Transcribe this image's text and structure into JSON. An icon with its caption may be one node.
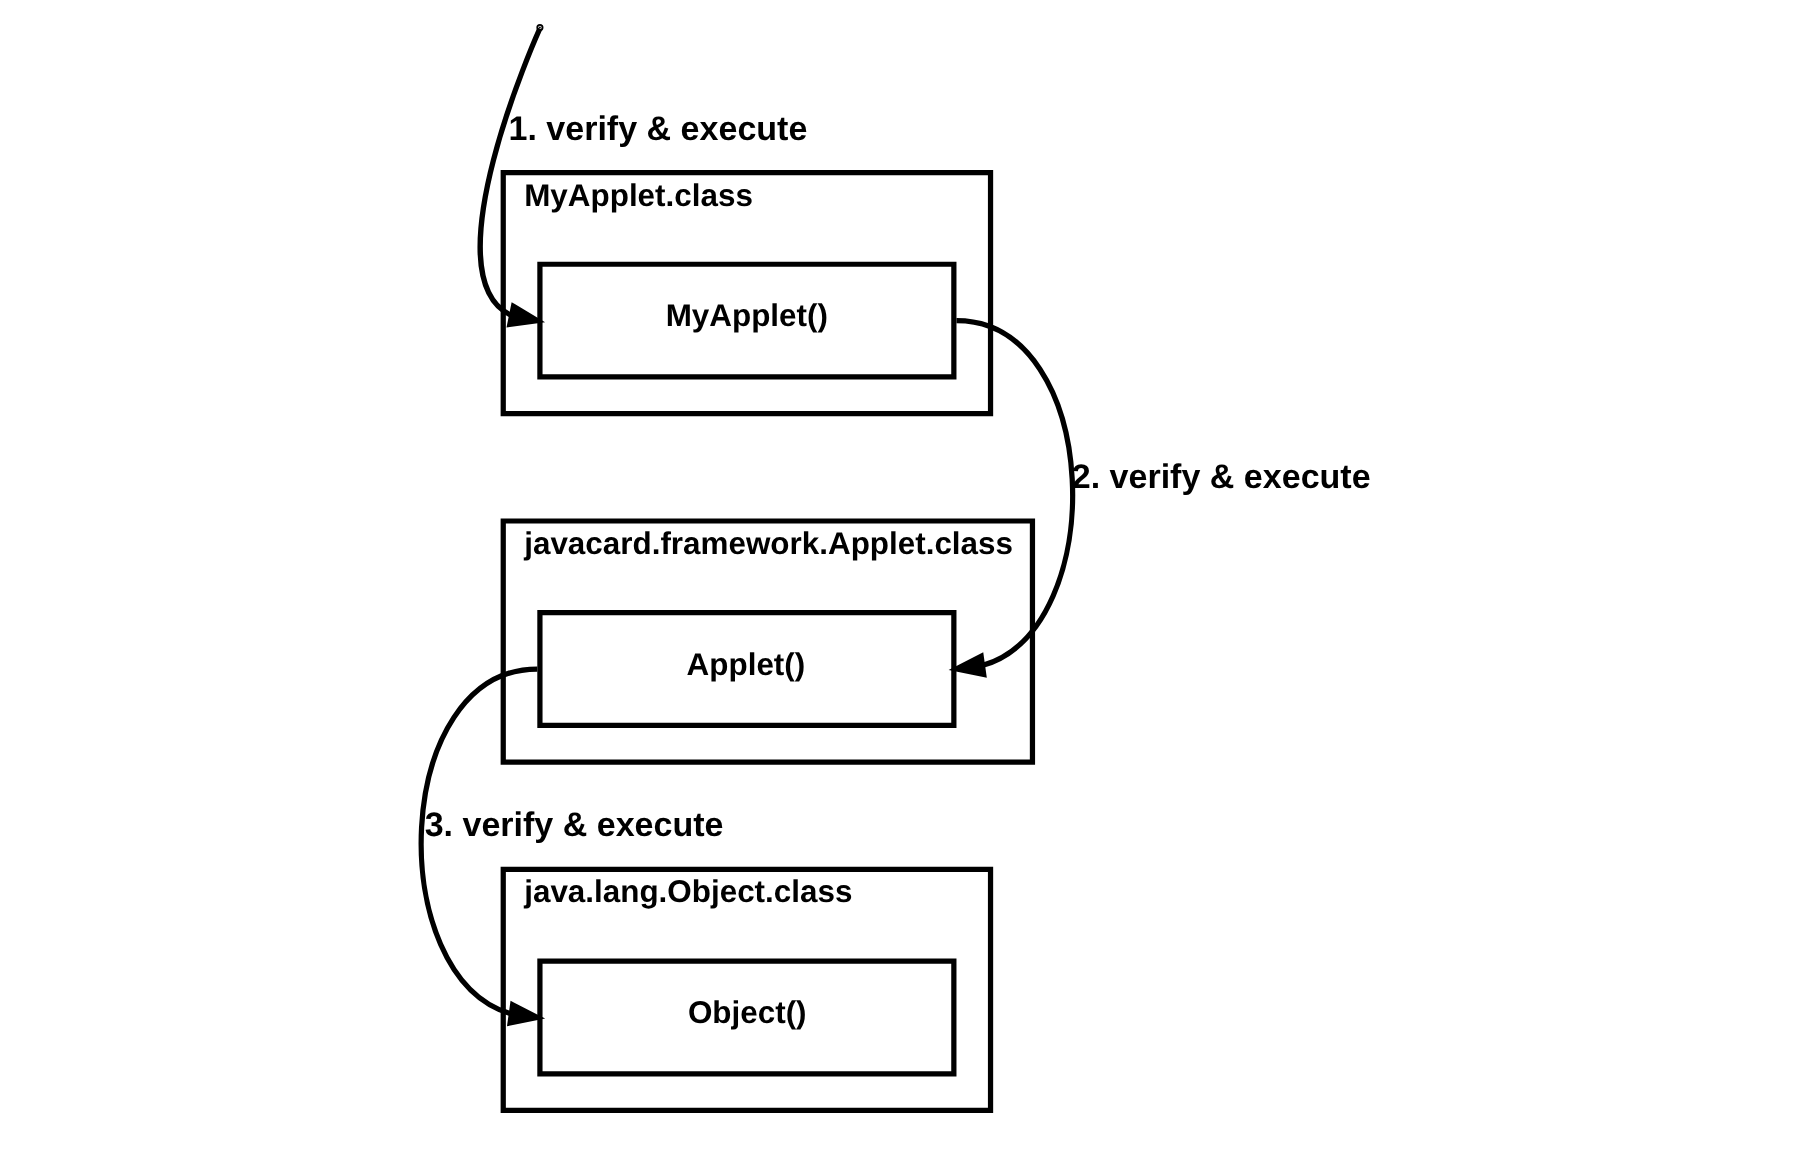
{
  "diagram": {
    "nodes": [
      {
        "text": [
          "MyApplet.class"
        ]
      },
      {
        "text": [
          "MyApplet()"
        ],
        "in": 0
      },
      {
        "text": [
          "javacard.framework.Applet.class"
        ]
      },
      {
        "text": [
          "Applet()"
        ],
        "in": 2
      },
      {
        "text": [
          "java.lang.Object.class"
        ]
      },
      {
        "text": [
          "Object()"
        ],
        "in": 4
      }
    ],
    "edges": [
      {
        "from": null,
        "to": 1,
        "arrow": "to",
        "label": "1. verify & execute"
      },
      {
        "from": 1,
        "to": 3,
        "arrow": "to",
        "label": "2. verify & execute"
      },
      {
        "from": 3,
        "to": 5,
        "arrow": "to",
        "label": "3. verify & execute"
      }
    ]
  }
}
